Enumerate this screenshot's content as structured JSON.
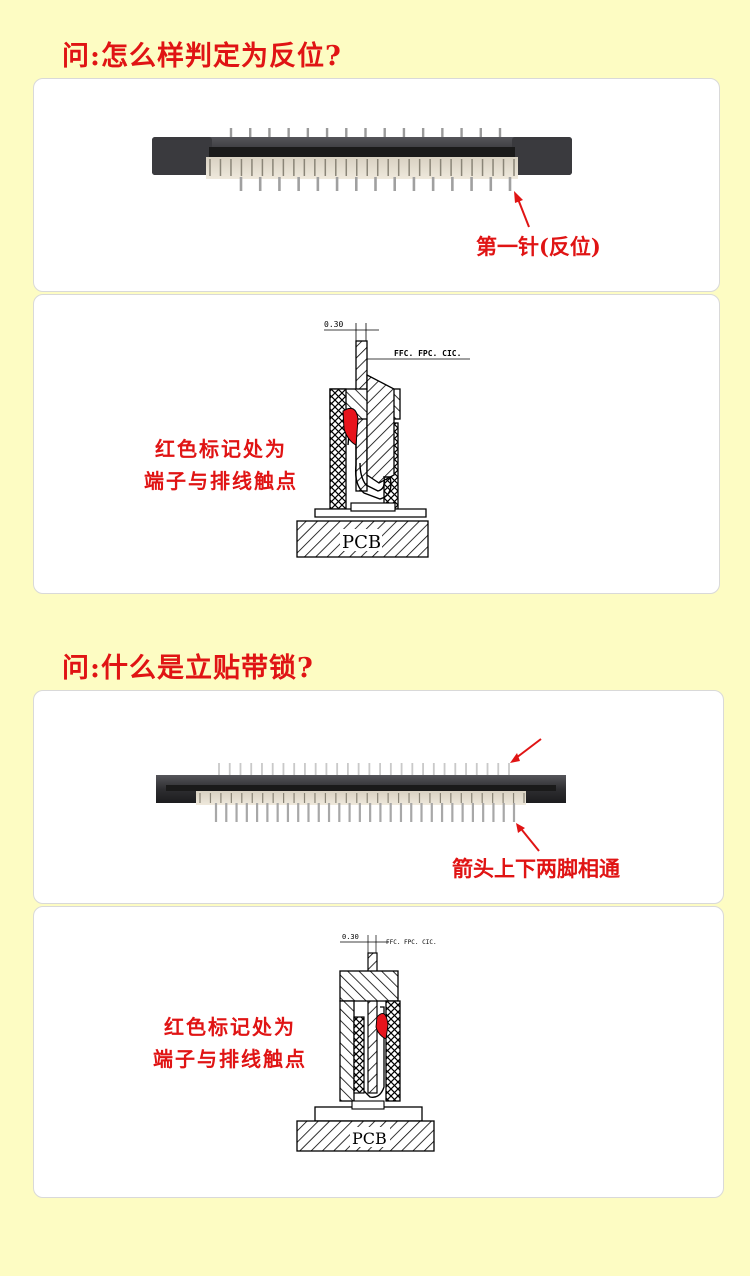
{
  "section1": {
    "question": "问:怎么样判定为反位?",
    "photo_annotation": "第一针(反位)",
    "diagram": {
      "red_note_line1": "红色标记处为",
      "red_note_line2": "端子与排线触点",
      "dimension": "0.30",
      "cable_label": "FFC. FPC. CIC.",
      "board_label": "PCB"
    }
  },
  "section2": {
    "question": "问:什么是立贴带锁?",
    "photo_annotation": "箭头上下两脚相通",
    "diagram": {
      "red_note_line1": "红色标记处为",
      "red_note_line2": "端子与排线触点",
      "dimension": "0.30",
      "cable_label": "FFC. FPC. CIC.",
      "board_label": "PCB"
    }
  },
  "colors": {
    "background": "#fdfcc3",
    "accent_red": "#e01414",
    "housing_dark": "#2e2e31",
    "card_border": "#d9d9d9"
  }
}
